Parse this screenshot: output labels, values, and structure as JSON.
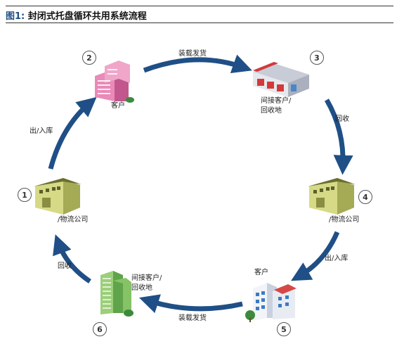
{
  "header": {
    "figure_label": "图1:",
    "title": "封闭式托盘循环共用系统流程"
  },
  "nodes": [
    {
      "number": "1",
      "label": "/物流公司"
    },
    {
      "number": "2",
      "label": "客户"
    },
    {
      "number": "3",
      "label_line1": "间接客户/",
      "label_line2": "回收地"
    },
    {
      "number": "4",
      "label": "/物流公司"
    },
    {
      "number": "5",
      "label": "客户"
    },
    {
      "number": "6",
      "label_line1": "间接客户/",
      "label_line2": "回收地"
    }
  ],
  "edges": {
    "top": "装载发货",
    "right_upper": "回收",
    "right_lower": "出/入库",
    "bottom": "装载发货",
    "left_lower": "回收",
    "left_upper": "出/入库"
  },
  "colors": {
    "arrow": "#1f4f86",
    "header_accent": "#1e4e84"
  },
  "icons": [
    "warehouse-icon",
    "pink-office-building-icon",
    "distribution-center-icon",
    "warehouse-icon",
    "white-office-building-icon",
    "green-apartment-building-icon"
  ]
}
